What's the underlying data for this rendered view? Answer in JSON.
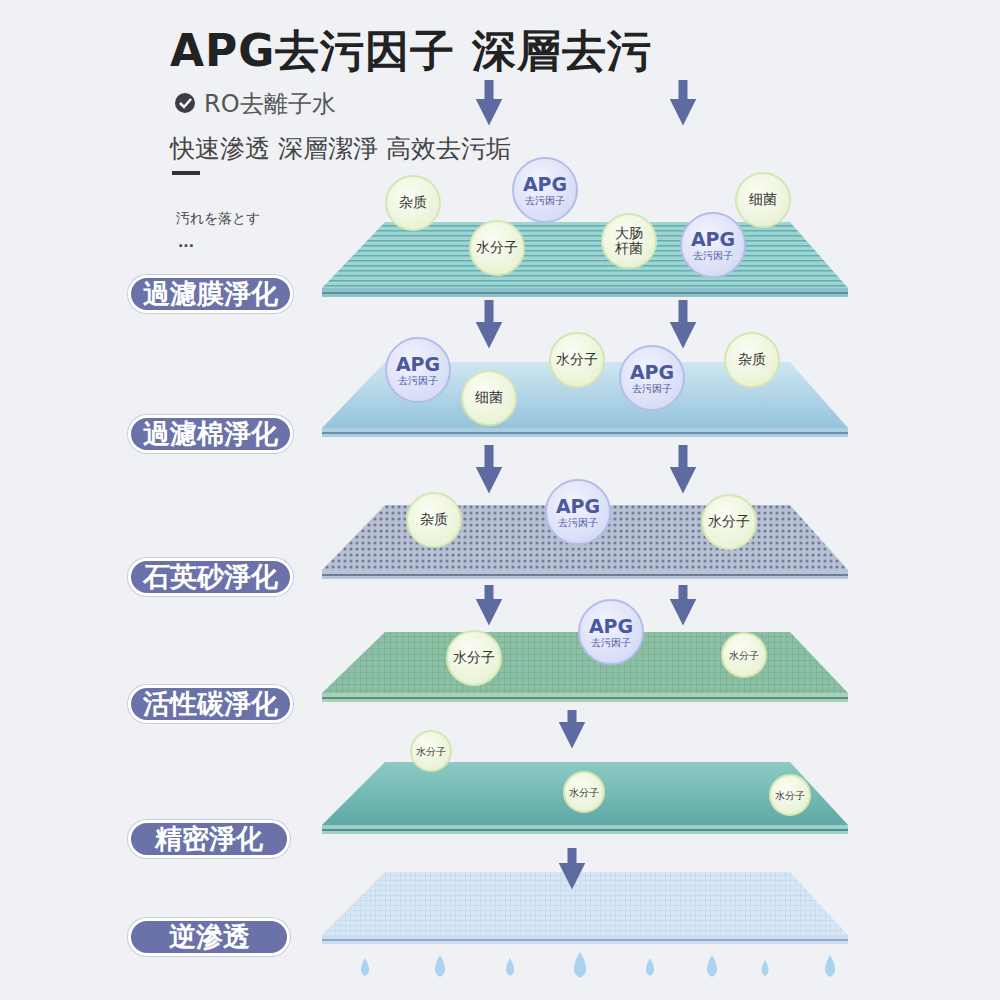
{
  "diagram": {
    "title": "APG去污因子 深層去污",
    "nodes": [
      {
        "text": [
          "APG",
          "去污因子"
        ]
      },
      {
        "text": [
          "细菌"
        ]
      },
      {
        "text": [
          "杂质"
        ]
      },
      {
        "text": [
          "大肠 杆菌"
        ]
      },
      {
        "text": [
          "APG",
          "去污因子"
        ]
      },
      {
        "text": [
          "水分子"
        ]
      },
      {
        "text": [
          "過濾膜淨化"
        ]
      },
      {
        "text": [
          "水分子"
        ]
      },
      {
        "text": [
          "杂质"
        ]
      },
      {
        "text": [
          "APG",
          "去污因子"
        ]
      },
      {
        "text": [
          "APG",
          "去污因子"
        ]
      },
      {
        "text": [
          "细菌"
        ]
      },
      {
        "text": [
          "過濾棉淨化"
        ]
      },
      {
        "text": [
          "APG",
          "去污因子"
        ]
      },
      {
        "text": [
          "杂质"
        ]
      },
      {
        "text": [
          "水分子"
        ]
      },
      {
        "text": [
          "石英砂淨化"
        ]
      },
      {
        "text": [
          "APG",
          "去污因子"
        ]
      },
      {
        "text": [
          "水分子"
        ]
      },
      {
        "text": [
          "水分子"
        ]
      },
      {
        "text": [
          "活性碳淨化"
        ]
      },
      {
        "text": [
          "水分子"
        ]
      },
      {
        "text": [
          "水分子"
        ]
      },
      {
        "text": [
          "水分子"
        ]
      },
      {
        "text": [
          "精密淨化"
        ]
      },
      {
        "text": [
          "逆滲透"
        ]
      }
    ],
    "labels": [
      "RO去離子水",
      "快速滲透 深層潔淨 高效去污垢",
      "汚れを落とす",
      "..."
    ]
  }
}
